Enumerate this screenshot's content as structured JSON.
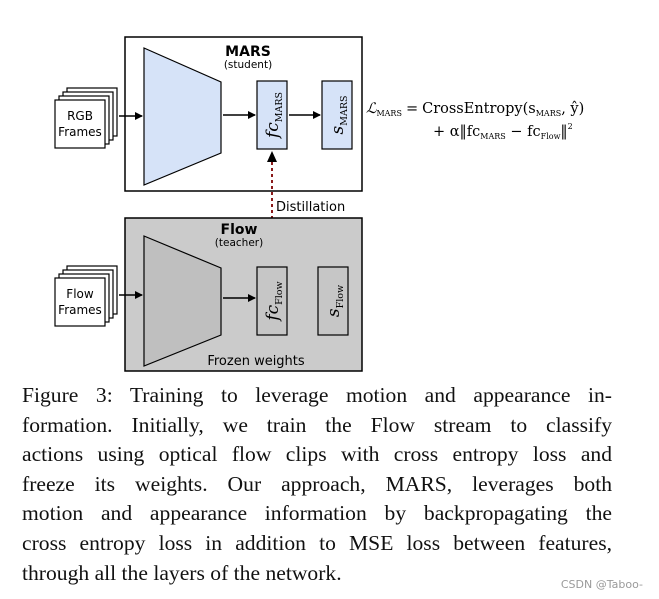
{
  "figure": {
    "student": {
      "title": "MARS",
      "subtitle": "(student)"
    },
    "teacher": {
      "title": "Flow",
      "subtitle": "(teacher)",
      "footer": "Frozen weights"
    },
    "rgb_input": {
      "line1": "RGB",
      "line2": "Frames"
    },
    "flow_input": {
      "line1": "Flow",
      "line2": "Frames"
    },
    "fc_mars": {
      "main": "fc",
      "sub": "MARS"
    },
    "s_mars": {
      "main": "s",
      "sub": "MARS"
    },
    "fc_flow": {
      "main": "fc",
      "sub": "Flow"
    },
    "s_flow": {
      "main": "s",
      "sub": "Flow"
    },
    "distillation_label": "Distillation",
    "loss": {
      "lhs": "ℒ",
      "lhs_sub": "MARS",
      "eq": "=",
      "ce": "CrossEntropy(s",
      "ce_sub": "MARS",
      "ce_tail": ", ŷ)",
      "reg_prefix": "+ α‖fc",
      "reg_sub1": "MARS",
      "reg_mid": " − fc",
      "reg_sub2": "Flow",
      "reg_tail": "‖",
      "reg_pow": "2"
    },
    "colors": {
      "student_encoder": "#d6e3f8",
      "teacher_panel": "#cbcbcb",
      "teacher_encoder": "#bfbfbf",
      "distillation_line": "#8b1a1a"
    }
  },
  "caption": {
    "lines": [
      "Figure 3: Training to leverage motion and appearance in-",
      "formation.  Initially, we train the Flow stream to classify",
      "actions using optical flow clips with cross entropy loss and",
      "freeze its weights.  Our approach, MARS, leverages both",
      "motion and appearance information by backpropagating the",
      "cross entropy loss in addition to MSE loss between features,",
      "through all the layers of the network."
    ]
  },
  "watermark": "CSDN @Taboo-"
}
